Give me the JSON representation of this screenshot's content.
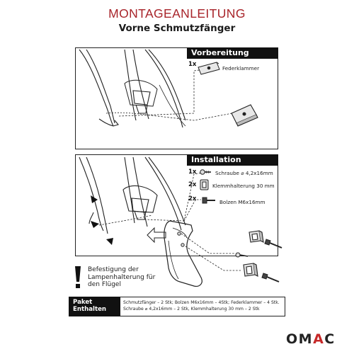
{
  "title": "MONTAGEANLEITUNG",
  "subtitle": "Vorne Schmutzfänger",
  "section1": {
    "header": "Vorbereitung",
    "items": [
      {
        "qty": "1x",
        "label": "Federklammer"
      }
    ]
  },
  "section2": {
    "header": "Installation",
    "items": [
      {
        "qty": "1x",
        "label": "Schraube ⌀ 4,2x16mm"
      },
      {
        "qty": "2x",
        "label": "Klemmhalterung 30 mm"
      },
      {
        "qty": "2x",
        "label": "Bolzen M6x16mm"
      }
    ]
  },
  "warning": {
    "text": "Befestigung der Lampenhalterung für den Flügel"
  },
  "package": {
    "header_line1": "Paket",
    "header_line2": "Enthalten",
    "line1": "Schmutzfänger – 2 Stk; Bolzen M6x16mm – 4Stk; Federklammer – 4 Stk.",
    "line2": "Schraube ⌀ 4,2x16mm – 2 Stk, Klemmhalterung 30 mm – 2 Stk"
  },
  "logo": {
    "part1": "OM",
    "part2": "A",
    "part3": "C"
  },
  "colors": {
    "title": "#a8242a",
    "logo_accent": "#c62828",
    "header_bg": "#111111"
  },
  "icons": [
    "spring-clip-icon",
    "screw-icon",
    "clamp-bracket-icon",
    "bolt-icon",
    "exclamation-icon",
    "arrow-icon"
  ]
}
